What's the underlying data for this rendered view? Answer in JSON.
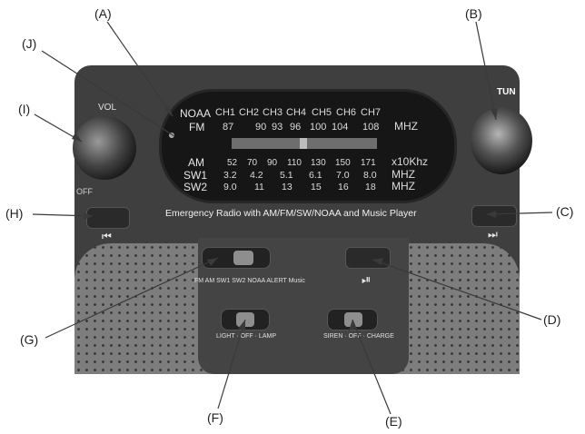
{
  "callouts": {
    "A": "(A)",
    "B": "(B)",
    "C": "(C)",
    "D": "(D)",
    "E": "(E)",
    "F": "(F)",
    "G": "(G)",
    "H": "(H)",
    "I": "(I)",
    "J": "(J)"
  },
  "radio": {
    "vol_label": "VOL",
    "off_label": "OFF",
    "tun_label": "TUN",
    "title": "Emergency Radio with AM/FM/SW/NOAA and Music Player",
    "noaa_row": {
      "label": "NOAA",
      "channels": [
        "CH1",
        "CH2",
        "CH3",
        "CH4",
        "CH5",
        "CH6",
        "CH7"
      ]
    },
    "fm_row": {
      "label": "FM",
      "values": [
        "87",
        "90",
        "93",
        "96",
        "100",
        "104",
        "108"
      ],
      "unit": "MHZ"
    },
    "am_row": {
      "label": "AM",
      "values": [
        "52",
        "70",
        "90",
        "110",
        "130",
        "150",
        "171"
      ],
      "unit": "x10Khz"
    },
    "sw1_row": {
      "label": "SW1",
      "values": [
        "3.2",
        "4.2",
        "5.1",
        "6.1",
        "7.0",
        "8.0"
      ],
      "unit": "MHZ"
    },
    "sw2_row": {
      "label": "SW2",
      "values": [
        "9.0",
        "11",
        "13",
        "15",
        "16",
        "18"
      ],
      "unit": "MHZ"
    },
    "band_switch_labels": "FM AM SW1 SW2 NOAA ALERT Music",
    "light_switch_labels": "LIGHT · OFF · LAMP",
    "siren_switch_labels": "SIREN · OFF · CHARGE",
    "prev_symbol": "⏮",
    "next_symbol": "⏭",
    "play_symbol": "⏯"
  }
}
